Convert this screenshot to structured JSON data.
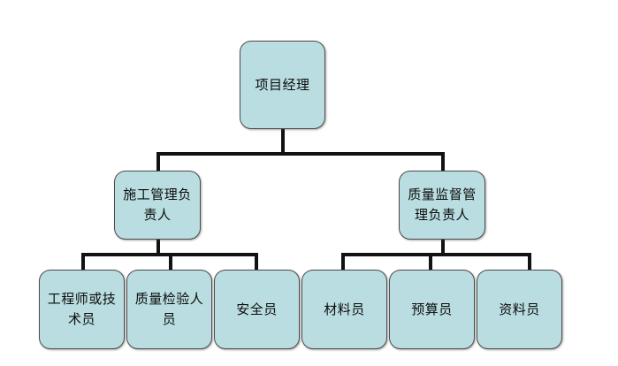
{
  "diagram": {
    "type": "organization-chart",
    "title": "",
    "colors": {
      "node_fill": "#b9dde0",
      "node_border": "#4d4d4d",
      "connector": "#121212",
      "background": "#ffffff",
      "text": "#0d0d0d"
    },
    "levels": [
      {
        "level": 1,
        "nodes": [
          {
            "id": "project-manager",
            "label": "项目经理"
          }
        ]
      },
      {
        "level": 2,
        "nodes": [
          {
            "id": "construction-management-lead",
            "label": "施工管理负责人"
          },
          {
            "id": "quality-supervision-management-lead",
            "label": "质量监督管理负责人"
          }
        ]
      },
      {
        "level": 3,
        "nodes": [
          {
            "id": "engineer-or-technician",
            "label": "工程师或技术员"
          },
          {
            "id": "quality-inspector",
            "label": "质量检验人员"
          },
          {
            "id": "safety-officer",
            "label": "安全员"
          },
          {
            "id": "materials-officer",
            "label": "材料员"
          },
          {
            "id": "budget-officer",
            "label": "预算员"
          },
          {
            "id": "documentation-officer",
            "label": "资料员"
          }
        ]
      }
    ]
  }
}
